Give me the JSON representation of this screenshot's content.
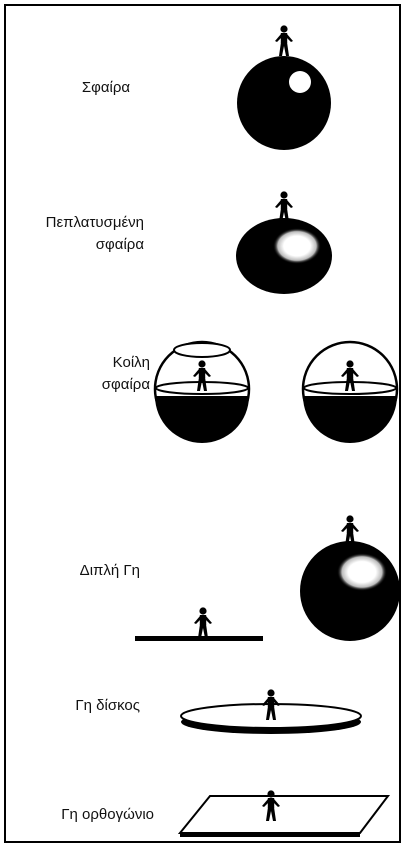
{
  "models": [
    {
      "id": "sphere",
      "label": [
        "Σφαίρα"
      ]
    },
    {
      "id": "flattened-sphere",
      "label": [
        "Πεπλατυσμένη",
        "σφαίρα"
      ]
    },
    {
      "id": "hollow-sphere",
      "label": [
        "Κοίλη",
        "σφαίρα"
      ]
    },
    {
      "id": "double-earth",
      "label": [
        "Διπλή Γη"
      ]
    },
    {
      "id": "disc-earth",
      "label": [
        "Γη δίσκος"
      ]
    },
    {
      "id": "rectangle-earth",
      "label": [
        "Γη ορθογώνιο"
      ]
    }
  ],
  "colors": {
    "ink": "#000000",
    "paper": "#ffffff"
  },
  "icons": [
    "human-figure-icon"
  ]
}
